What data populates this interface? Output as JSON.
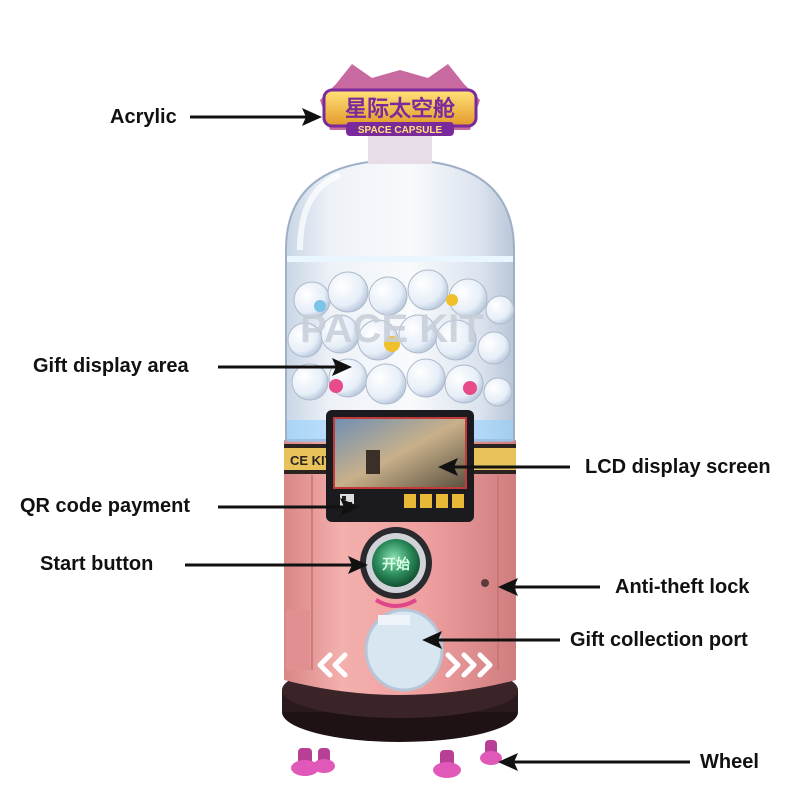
{
  "labels": {
    "acrylic": "Acrylic",
    "gift_display_area": "Gift display area",
    "qr_code_payment": "QR code payment",
    "start_button": "Start button",
    "lcd_display_screen": "LCD display screen",
    "anti_theft_lock": "Anti-theft lock",
    "gift_collection_port": "Gift collection port",
    "wheel": "Wheel"
  },
  "machine": {
    "sign_main_text": "星际太空舱",
    "sign_sub_text": "SPACE CAPSULE",
    "dome_text": "PACE KIT",
    "band_text": "CE KITTEN",
    "start_button_text": "开始"
  },
  "colors": {
    "body_pink": "#efa0a0",
    "pink_shadow": "#d98787",
    "base_dark": "#2b1a1d",
    "wheel_pink": "#e058b8",
    "sign_gold": "#f2c14a",
    "sign_purple": "#7a2a9a",
    "button_green": "#2a8a5a",
    "arrow_black": "#111111"
  }
}
